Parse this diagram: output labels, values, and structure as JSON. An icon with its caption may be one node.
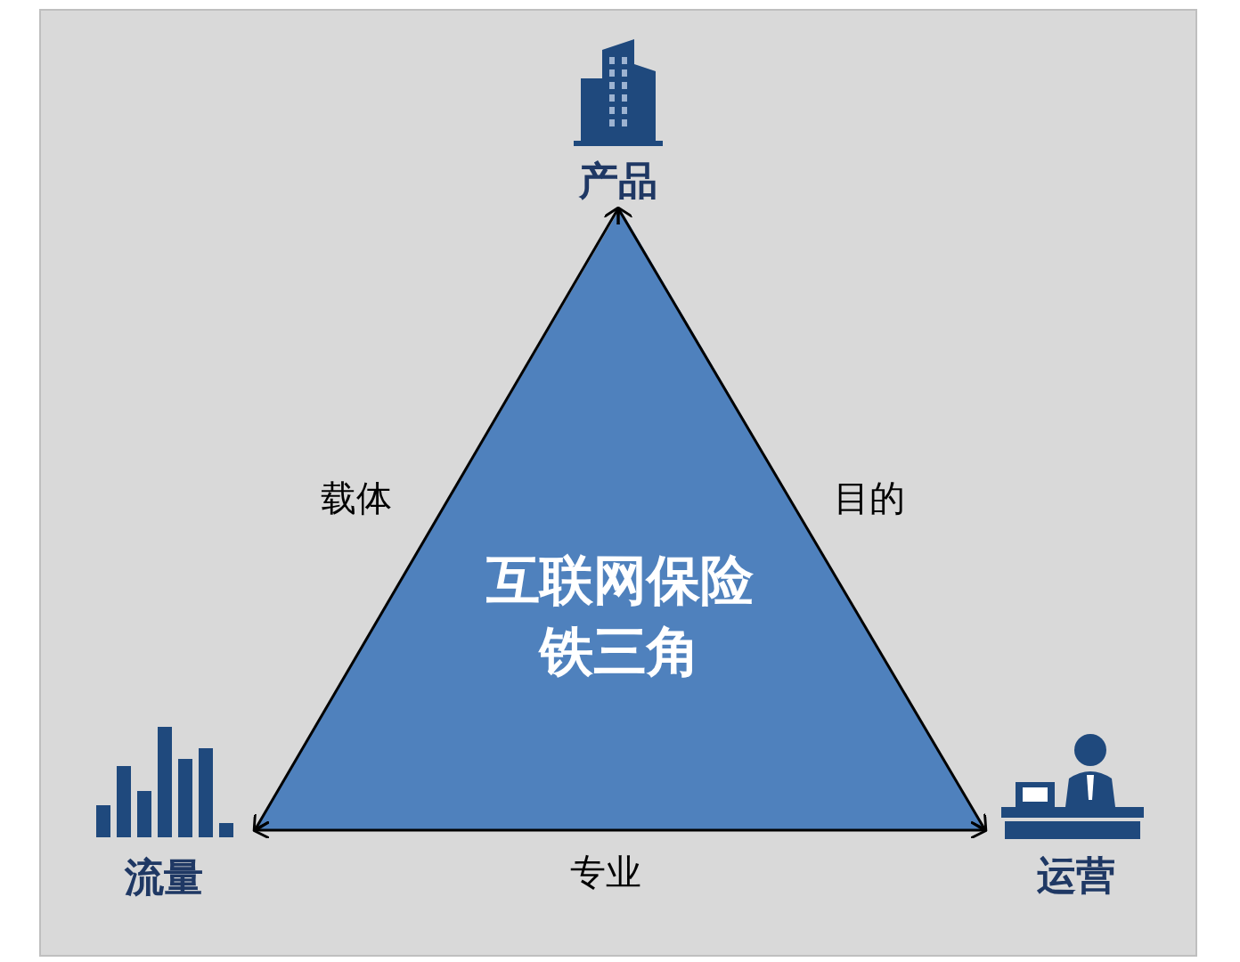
{
  "diagram": {
    "nodes": [
      {
        "text": [
          "产品"
        ]
      },
      {
        "text": [
          "流量"
        ]
      },
      {
        "text": [
          "运营"
        ]
      },
      {
        "text": [
          "互联网保险铁三角"
        ]
      }
    ],
    "edges": [
      {
        "from": 1,
        "to": 0,
        "arrow": "both",
        "label": "载体"
      },
      {
        "from": 0,
        "to": 2,
        "arrow": "both",
        "label": "目的"
      },
      {
        "from": 1,
        "to": 2,
        "arrow": "both",
        "label": "专业"
      }
    ]
  }
}
